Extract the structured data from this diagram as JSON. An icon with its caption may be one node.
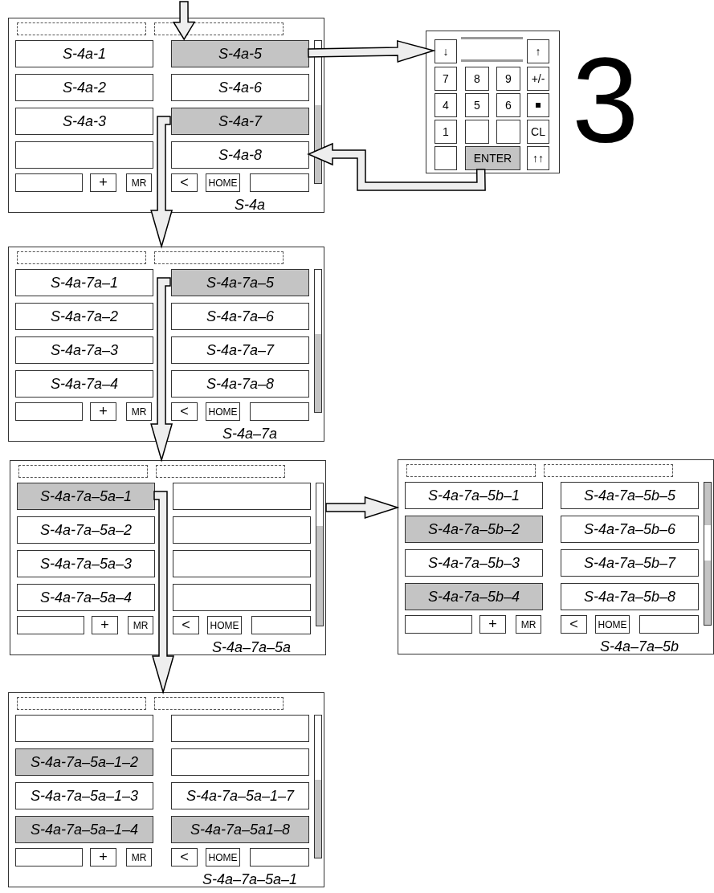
{
  "diagram": {
    "nodes": [
      {
        "text": [
          "S-4a"
        ]
      },
      {
        "text": [],
        "shape": "box",
        "in": 0
      },
      {
        "text": [],
        "shape": "box",
        "in": 0
      },
      {
        "text": [
          "S-4a-1"
        ],
        "in": 0
      },
      {
        "text": [
          "S-4a-5"
        ],
        "in": 0
      },
      {
        "text": [
          "S-4a-2"
        ],
        "in": 0
      },
      {
        "text": [
          "S-4a-6"
        ],
        "in": 0
      },
      {
        "text": [
          "S-4a-3"
        ],
        "in": 0
      },
      {
        "text": [
          "S-4a-7"
        ],
        "in": 0
      },
      {
        "text": [],
        "shape": "box",
        "in": 0
      },
      {
        "text": [
          "S-4a-8"
        ],
        "in": 0
      },
      {
        "text": [],
        "shape": "bar",
        "in": 0
      },
      {
        "text": [],
        "shape": "box",
        "in": 0
      },
      {
        "text": [
          "+"
        ],
        "in": 0
      },
      {
        "text": [
          "MR"
        ],
        "in": 0
      },
      {
        "text": [
          "<"
        ],
        "in": 0
      },
      {
        "text": [
          "HOME"
        ],
        "in": 0
      },
      {
        "text": [],
        "shape": "box",
        "in": 0
      },
      {
        "text": [],
        "shape": "box"
      },
      {
        "text": [
          "↓"
        ],
        "in": 18
      },
      {
        "text": [
          "↑"
        ],
        "in": 18
      },
      {
        "text": [
          "7"
        ],
        "in": 18
      },
      {
        "text": [
          "8"
        ],
        "in": 18
      },
      {
        "text": [
          "9"
        ],
        "in": 18
      },
      {
        "text": [
          "+/-"
        ],
        "in": 18
      },
      {
        "text": [
          "4"
        ],
        "in": 18
      },
      {
        "text": [
          "5"
        ],
        "in": 18
      },
      {
        "text": [
          "6"
        ],
        "in": 18
      },
      {
        "text": [],
        "shape": "box",
        "in": 18
      },
      {
        "text": [
          "1"
        ],
        "in": 18
      },
      {
        "text": [],
        "shape": "box",
        "in": 18
      },
      {
        "text": [],
        "shape": "box",
        "in": 18
      },
      {
        "text": [
          "CL"
        ],
        "in": 18
      },
      {
        "text": [],
        "shape": "box",
        "in": 18
      },
      {
        "text": [
          "ENTER"
        ],
        "in": 18
      },
      {
        "text": [
          "↑↑"
        ],
        "in": 18
      },
      {
        "text": [
          "S-4a–7a"
        ]
      },
      {
        "text": [],
        "shape": "box",
        "in": 36
      },
      {
        "text": [],
        "shape": "box",
        "in": 36
      },
      {
        "text": [
          "S-4a-7a–1"
        ],
        "in": 36
      },
      {
        "text": [
          "S-4a-7a–5"
        ],
        "in": 36
      },
      {
        "text": [
          "S-4a-7a–2"
        ],
        "in": 36
      },
      {
        "text": [
          "S-4a-7a–6"
        ],
        "in": 36
      },
      {
        "text": [
          "S-4a-7a–3"
        ],
        "in": 36
      },
      {
        "text": [
          "S-4a-7a–7"
        ],
        "in": 36
      },
      {
        "text": [
          "S-4a-7a–4"
        ],
        "in": 36
      },
      {
        "text": [
          "S-4a-7a–8"
        ],
        "in": 36
      },
      {
        "text": [],
        "shape": "bar",
        "in": 36
      },
      {
        "text": [],
        "shape": "box",
        "in": 36
      },
      {
        "text": [
          "+"
        ],
        "in": 36
      },
      {
        "text": [
          "MR"
        ],
        "in": 36
      },
      {
        "text": [
          "<"
        ],
        "in": 36
      },
      {
        "text": [
          "HOME"
        ],
        "in": 36
      },
      {
        "text": [],
        "shape": "box",
        "in": 36
      },
      {
        "text": [
          "S-4a–7a–5a"
        ]
      },
      {
        "text": [],
        "shape": "box",
        "in": 54
      },
      {
        "text": [],
        "shape": "box",
        "in": 54
      },
      {
        "text": [
          "S-4a-7a–5a–1"
        ],
        "in": 54
      },
      {
        "text": [],
        "shape": "box",
        "in": 54
      },
      {
        "text": [
          "S-4a-7a–5a–2"
        ],
        "in": 54
      },
      {
        "text": [],
        "shape": "box",
        "in": 54
      },
      {
        "text": [
          "S-4a-7a–5a–3"
        ],
        "in": 54
      },
      {
        "text": [],
        "shape": "box",
        "in": 54
      },
      {
        "text": [
          "S-4a-7a–5a–4"
        ],
        "in": 54
      },
      {
        "text": [],
        "shape": "box",
        "in": 54
      },
      {
        "text": [],
        "shape": "bar",
        "in": 54
      },
      {
        "text": [],
        "shape": "box",
        "in": 54
      },
      {
        "text": [
          "+"
        ],
        "in": 54
      },
      {
        "text": [
          "MR"
        ],
        "in": 54
      },
      {
        "text": [
          "<"
        ],
        "in": 54
      },
      {
        "text": [
          "HOME"
        ],
        "in": 54
      },
      {
        "text": [],
        "shape": "box",
        "in": 54
      },
      {
        "text": [
          "S-4a–7a–5b"
        ]
      },
      {
        "text": [],
        "shape": "box",
        "in": 72
      },
      {
        "text": [],
        "shape": "box",
        "in": 72
      },
      {
        "text": [
          "S-4a-7a–5b–1"
        ],
        "in": 72
      },
      {
        "text": [
          "S-4a-7a–5b–5"
        ],
        "in": 72
      },
      {
        "text": [
          "S-4a-7a–5b–2"
        ],
        "in": 72
      },
      {
        "text": [
          "S-4a-7a–5b–6"
        ],
        "in": 72
      },
      {
        "text": [
          "S-4a-7a–5b–3"
        ],
        "in": 72
      },
      {
        "text": [
          "S-4a-7a–5b–7"
        ],
        "in": 72
      },
      {
        "text": [
          "S-4a-7a–5b–4"
        ],
        "in": 72
      },
      {
        "text": [
          "S-4a-7a–5b–8"
        ],
        "in": 72
      },
      {
        "text": [],
        "shape": "bar",
        "in": 72
      },
      {
        "text": [],
        "shape": "box",
        "in": 72
      },
      {
        "text": [
          "+"
        ],
        "in": 72
      },
      {
        "text": [
          "MR"
        ],
        "in": 72
      },
      {
        "text": [
          "<"
        ],
        "in": 72
      },
      {
        "text": [
          "HOME"
        ],
        "in": 72
      },
      {
        "text": [],
        "shape": "box",
        "in": 72
      },
      {
        "text": [
          "S-4a–7a–5a–1"
        ]
      },
      {
        "text": [],
        "shape": "box",
        "in": 90
      },
      {
        "text": [],
        "shape": "box",
        "in": 90
      },
      {
        "text": [],
        "shape": "box",
        "in": 90
      },
      {
        "text": [],
        "shape": "box",
        "in": 90
      },
      {
        "text": [
          "S-4a-7a–5a–1–2"
        ],
        "in": 90
      },
      {
        "text": [],
        "shape": "box",
        "in": 90
      },
      {
        "text": [
          "S-4a-7a–5a–1–3"
        ],
        "in": 90
      },
      {
        "text": [
          "S-4a-7a–5a–1–7"
        ],
        "in": 90
      },
      {
        "text": [
          "S-4a-7a–5a–1–4"
        ],
        "in": 90
      },
      {
        "text": [
          "S-4a-7a–5a1–8"
        ],
        "in": 90
      },
      {
        "text": [],
        "shape": "bar",
        "in": 90
      },
      {
        "text": [],
        "shape": "box",
        "in": 90
      },
      {
        "text": [
          "+"
        ],
        "in": 90
      },
      {
        "text": [
          "MR"
        ],
        "in": 90
      },
      {
        "text": [
          "<"
        ],
        "in": 90
      },
      {
        "text": [
          "HOME"
        ],
        "in": 90
      },
      {
        "text": [],
        "shape": "box",
        "in": 90
      },
      {
        "text": [],
        "shape": "box",
        "in": 18
      }
    ],
    "edges": [
      {
        "from": null,
        "to": 4,
        "arrow": "to"
      },
      {
        "from": 4,
        "to": 19,
        "arrow": "to"
      },
      {
        "from": 34,
        "to": 10,
        "arrow": "to"
      },
      {
        "from": 8,
        "to": 36,
        "arrow": "to"
      },
      {
        "from": 40,
        "to": 54,
        "arrow": "to"
      },
      {
        "from": 57,
        "to": 90,
        "arrow": "to"
      },
      {
        "from": 54,
        "to": 72,
        "arrow": "to"
      }
    ],
    "labels": [
      "3"
    ]
  }
}
